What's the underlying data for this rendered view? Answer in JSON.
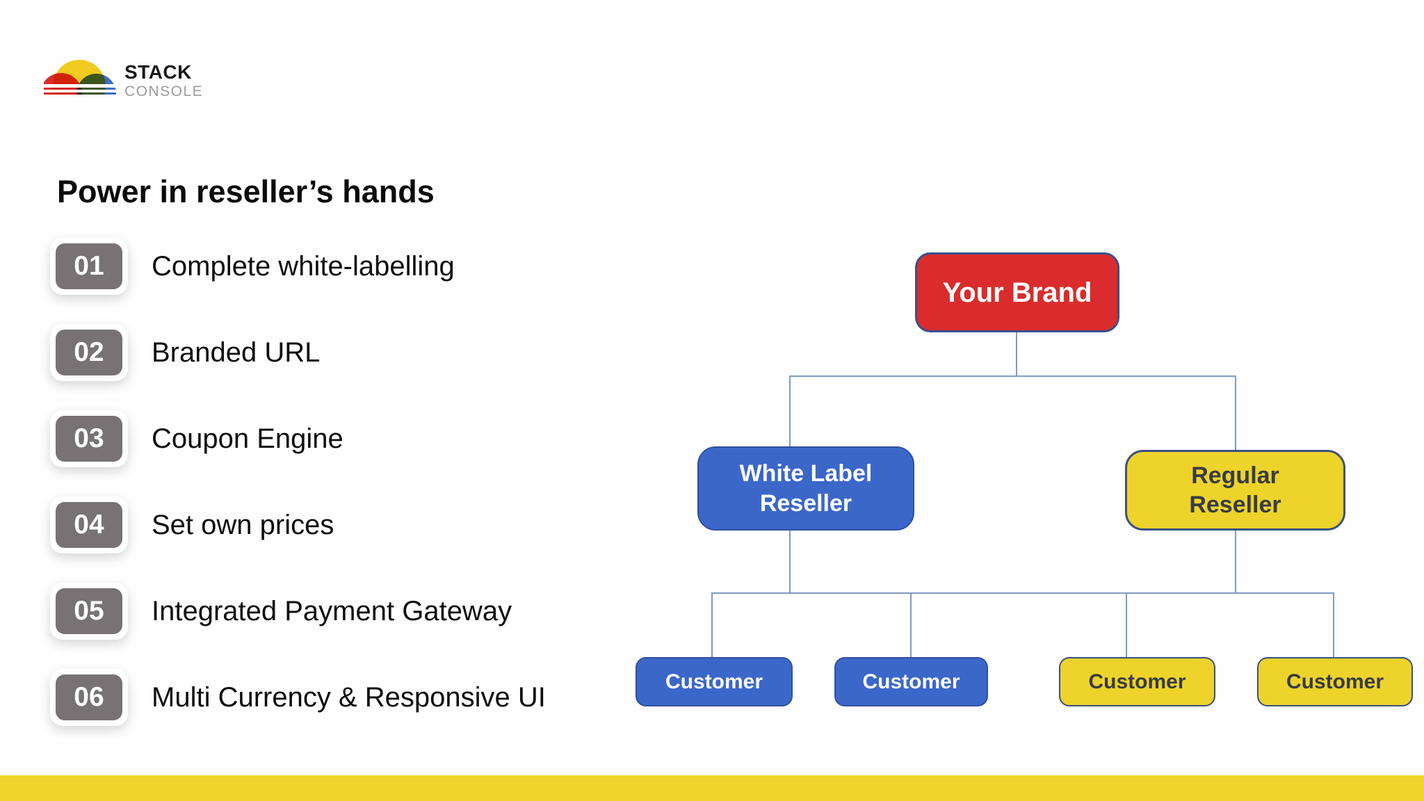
{
  "logo": {
    "brand_line1": "STACK",
    "brand_line2": "CONSOLE"
  },
  "title": "Power in reseller’s hands",
  "features": [
    {
      "num": "01",
      "label": "Complete white-labelling"
    },
    {
      "num": "02",
      "label": "Branded URL"
    },
    {
      "num": "03",
      "label": "Coupon Engine"
    },
    {
      "num": "04",
      "label": "Set own prices"
    },
    {
      "num": "05",
      "label": "Integrated Payment Gateway"
    },
    {
      "num": "06",
      "label": "Multi Currency & Responsive UI"
    }
  ],
  "diagram": {
    "root": {
      "label": "Your Brand"
    },
    "white_label_reseller": {
      "line1": "White Label",
      "line2": "Reseller"
    },
    "regular_reseller": {
      "line1": "Regular",
      "line2": "Reseller"
    },
    "customers": [
      {
        "label": "Customer",
        "variant": "blue"
      },
      {
        "label": "Customer",
        "variant": "blue"
      },
      {
        "label": "Customer",
        "variant": "yellow"
      },
      {
        "label": "Customer",
        "variant": "yellow"
      }
    ]
  },
  "colors": {
    "brand_red": "#da2c2c",
    "brand_blue": "#3b67c9",
    "brand_yellow": "#eed32b",
    "badge_gray": "#787274",
    "connector_blue": "#7d9bc4",
    "footer_bar": "#f0d42c"
  }
}
